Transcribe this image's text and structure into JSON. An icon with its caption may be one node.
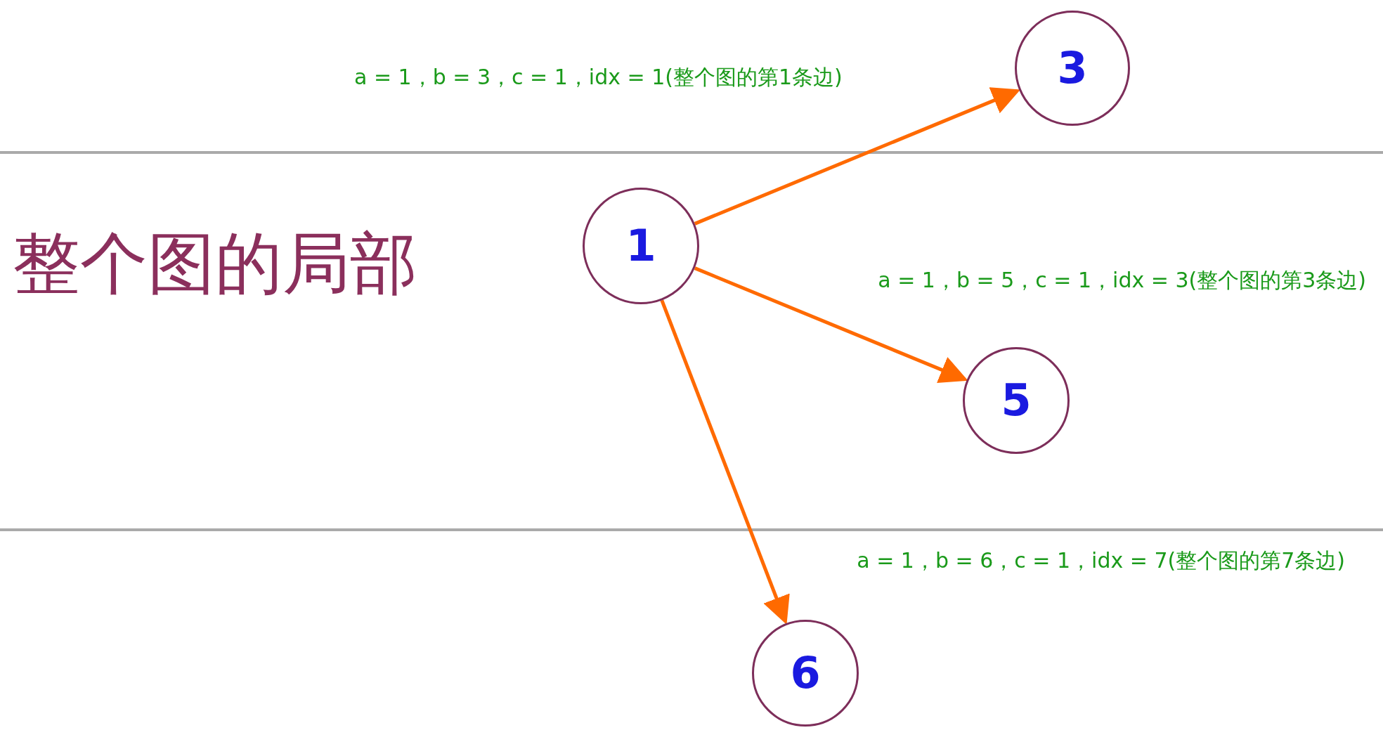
{
  "diagram": {
    "nodes": [
      {
        "text": [
          "1"
        ]
      },
      {
        "text": [
          "3"
        ]
      },
      {
        "text": [
          "5"
        ]
      },
      {
        "text": [
          "6"
        ]
      }
    ],
    "edges": [
      {
        "from": 0,
        "to": 1,
        "arrow": "to",
        "label": "a = 1，b = 3，c = 1，idx = 1(整个图的第1条边)"
      },
      {
        "from": 0,
        "to": 2,
        "arrow": "to",
        "label": "a = 1，b = 5，c = 1，idx = 3(整个图的第3条边)"
      },
      {
        "from": 0,
        "to": 3,
        "arrow": "to",
        "label": "a = 1，b = 6，c = 1，idx = 7(整个图的第7条边)"
      }
    ],
    "labels": [
      "整个图的局部"
    ]
  }
}
